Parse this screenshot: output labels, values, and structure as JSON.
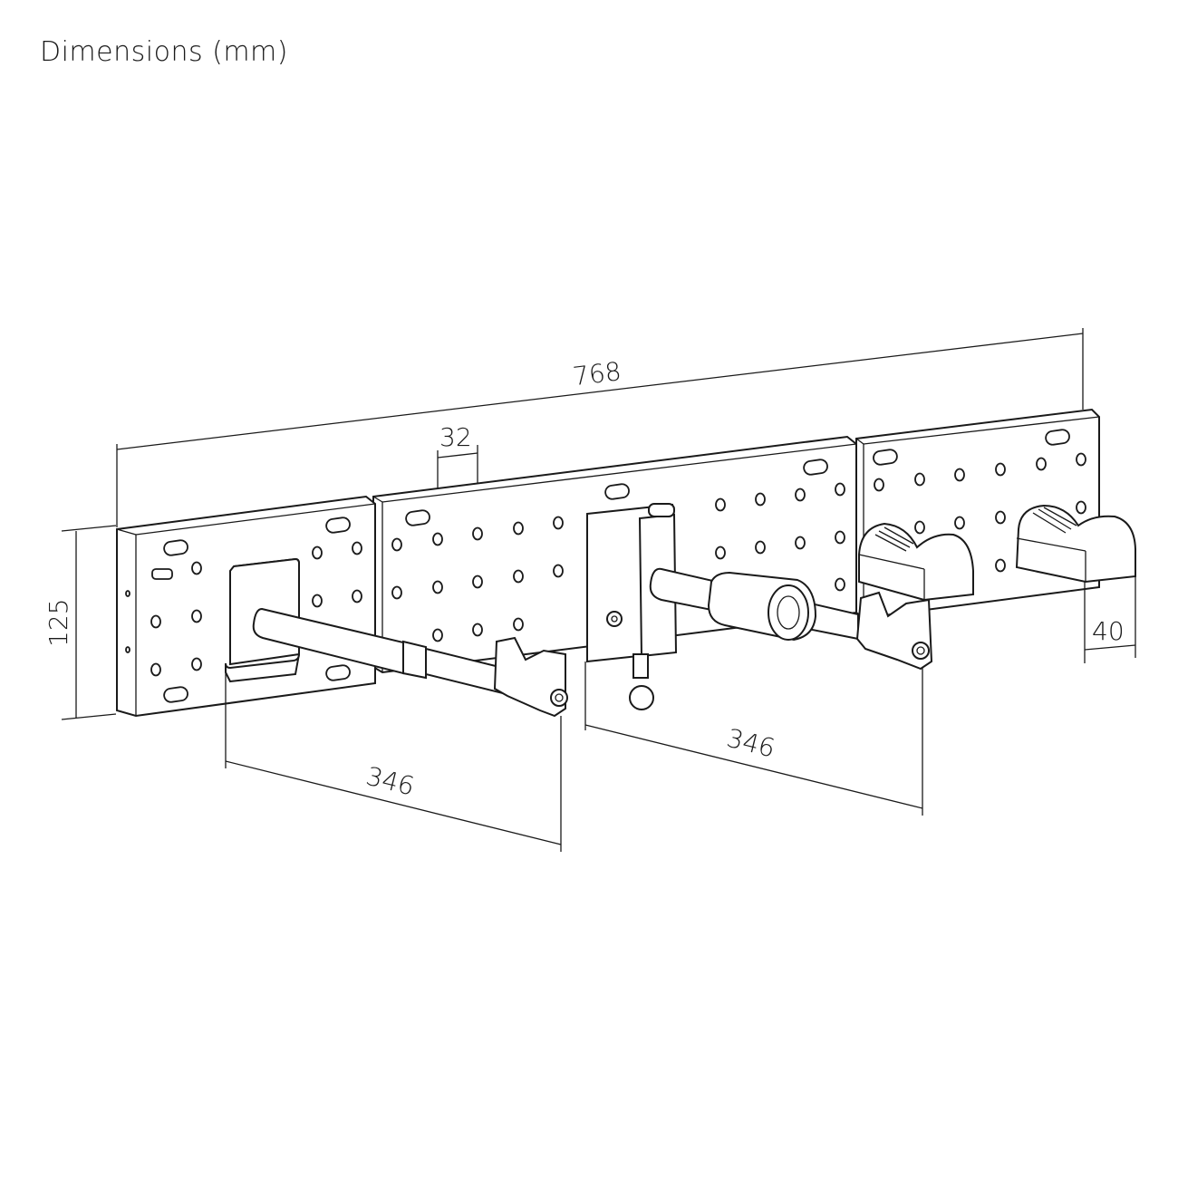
{
  "title": "Dimensions (mm)",
  "dimensions": {
    "overall_length": "768",
    "hole_pitch": "32",
    "plate_height": "125",
    "arm_length_left": "346",
    "arm_length_right": "346",
    "cradle_width": "40"
  },
  "colors": {
    "line": "#1a1a1a",
    "background": "#ffffff"
  }
}
